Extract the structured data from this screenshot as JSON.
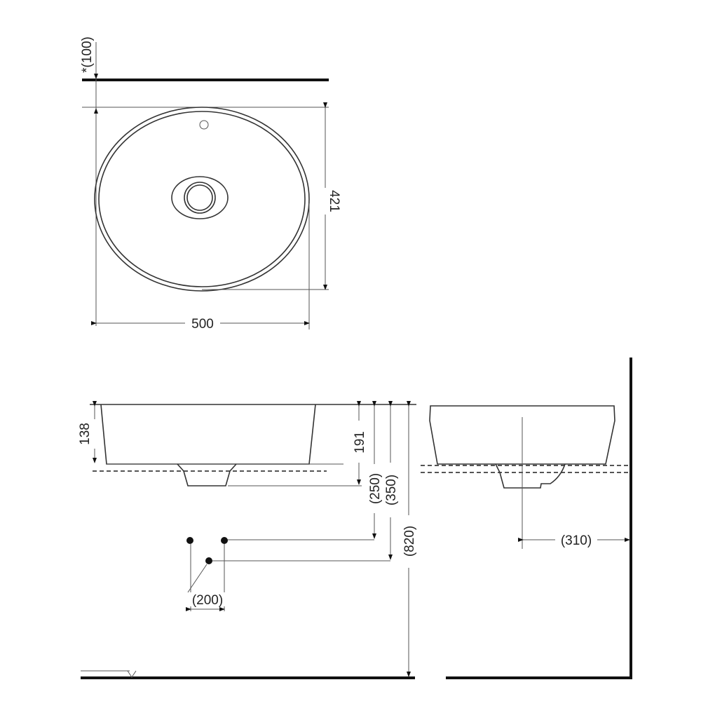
{
  "drawing": {
    "title": "Oval countertop washbasin dimension drawing",
    "units": "mm",
    "top_view": {
      "clearance_label": "*(100)",
      "width_label": "500",
      "depth_label": "421"
    },
    "front_view": {
      "bowl_height_label": "138",
      "drain_depth_label": "191",
      "upper_supply_label": "(250)",
      "lower_supply_label": "(350)",
      "floor_height_label": "(820)",
      "supply_spacing_label": "(200)"
    },
    "side_view": {
      "wall_distance_label": "(310)"
    }
  },
  "colors": {
    "line": "#333333",
    "background": "#ffffff"
  }
}
